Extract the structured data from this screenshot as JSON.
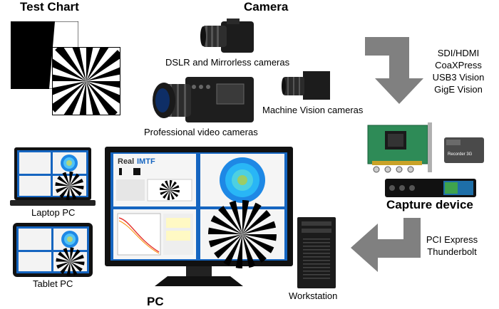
{
  "labels": {
    "test_chart": "Test Chart",
    "camera": "Camera",
    "pc": "PC",
    "capture_device": "Capture device",
    "dslr": "DSLR and Mirrorless cameras",
    "machine_vision": "Machine Vision cameras",
    "pro_video": "Professional video cameras",
    "laptop": "Laptop PC",
    "tablet": "Tablet PC",
    "workstation": "Workstation"
  },
  "camera_interfaces": [
    "SDI/HDMI",
    "CoaXPress",
    "USB3 Vision",
    "GigE Vision"
  ],
  "pc_interfaces": [
    "PCI Express",
    "Thunderbolt"
  ],
  "software": {
    "logo_real": "Real",
    "logo_mtf": "IMTF"
  },
  "device": {
    "recorder_label": "Recorder 3G"
  },
  "colors": {
    "arrow": "#808080",
    "monitor_screen": "#1565c0",
    "monitor_bezel": "#111111"
  }
}
